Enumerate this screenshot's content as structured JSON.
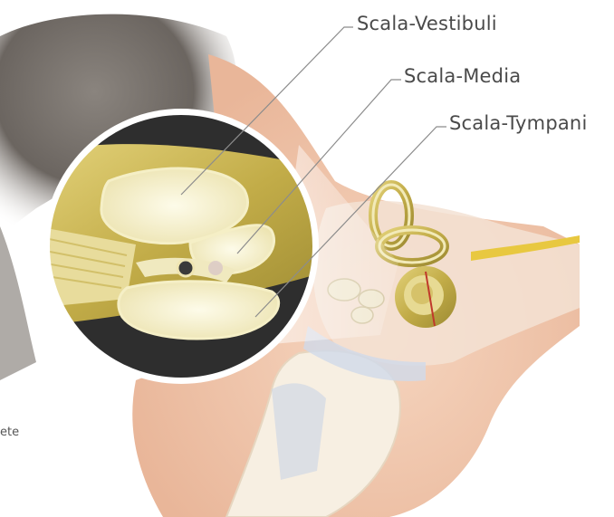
{
  "labels": {
    "vestibuli": "Scala-Vestibuli",
    "media": "Scala-Media",
    "tympani": "Scala-Tympani"
  },
  "edge_text": "ete",
  "colors": {
    "label_text": "#4a4a4a",
    "leader_line": "#8c8c8c",
    "skin": "#f2c9ae",
    "skin_shadow": "#e2a98c",
    "bone": "#f3ead6",
    "cochlea_gold": "#c9b455",
    "cochlea_light": "#f5f1c8",
    "magnifier_bg": "#2b2b2b",
    "hair": "#6b6560",
    "nerve": "#e8c840"
  }
}
